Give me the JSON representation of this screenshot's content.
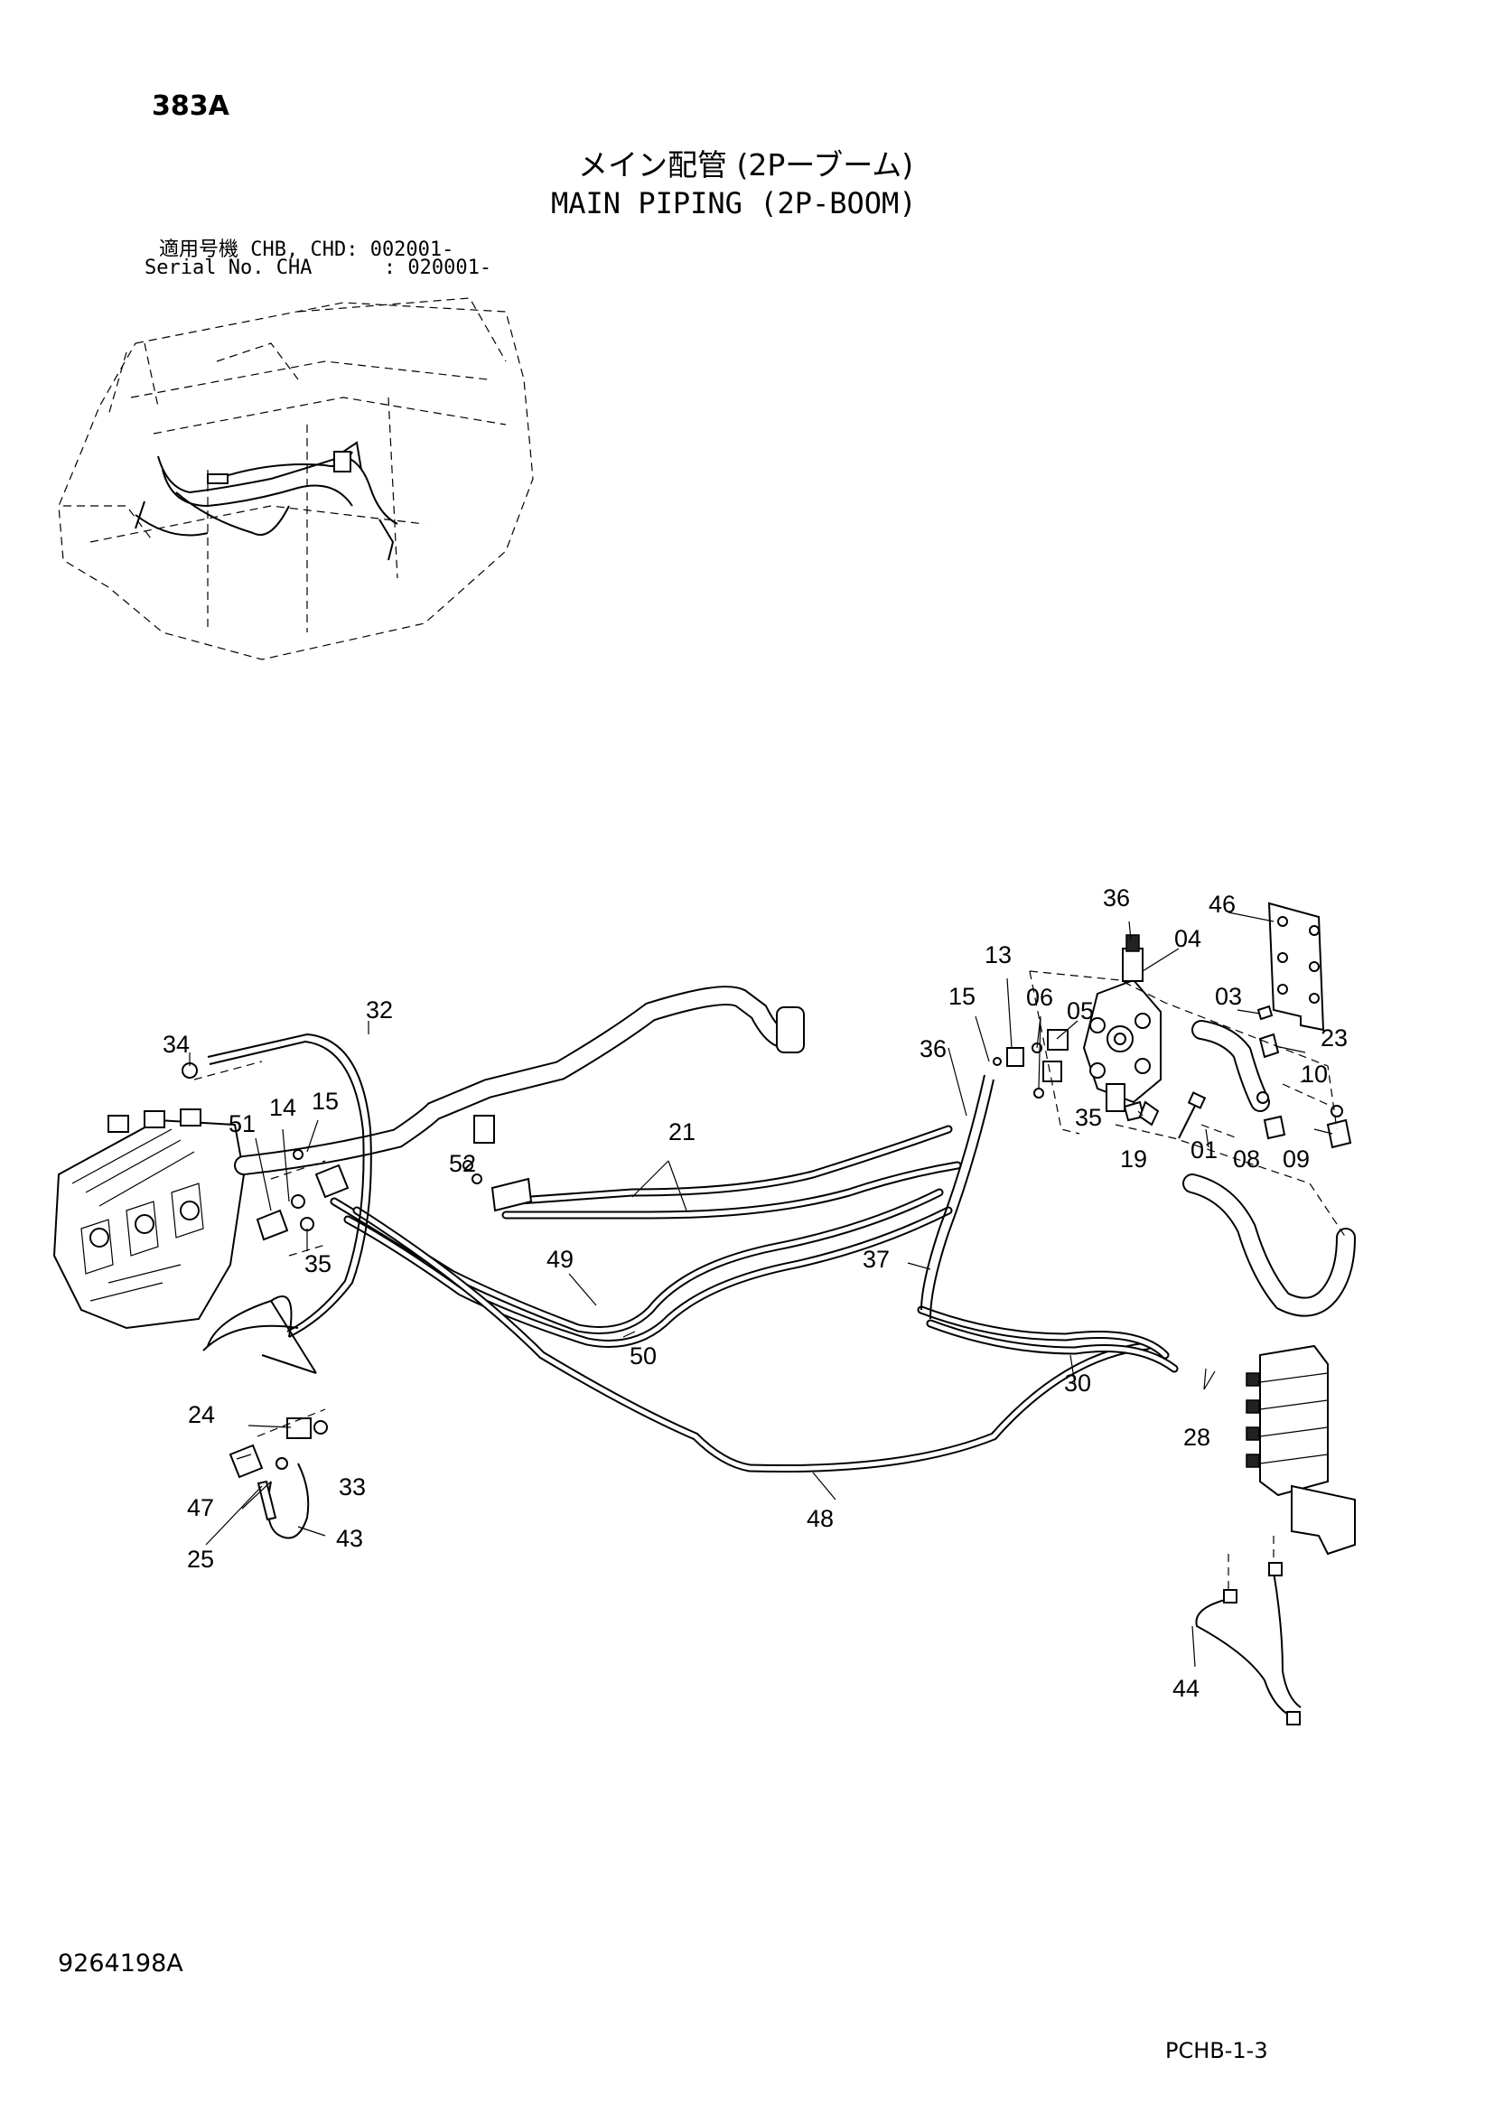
{
  "header": {
    "page_number": "383A",
    "title_jp": "メイン配管 (2Pーブーム)",
    "title_en": "MAIN PIPING (2P-BOOM)",
    "serial_line_1": "適用号機 CHB, CHD: 002001-",
    "serial_line_2": "Serial No. CHA      : 020001-"
  },
  "footer": {
    "document_number": "9264198A",
    "page_code": "PCHB-1-3"
  },
  "callouts": [
    "01",
    "03",
    "04",
    "05",
    "06",
    "08",
    "09",
    "10",
    "13",
    "14",
    "15",
    "15",
    "19",
    "21",
    "23",
    "24",
    "25",
    "28",
    "30",
    "32",
    "33",
    "34",
    "35",
    "35",
    "36",
    "36",
    "37",
    "43",
    "44",
    "46",
    "47",
    "48",
    "49",
    "50",
    "51",
    "52"
  ]
}
